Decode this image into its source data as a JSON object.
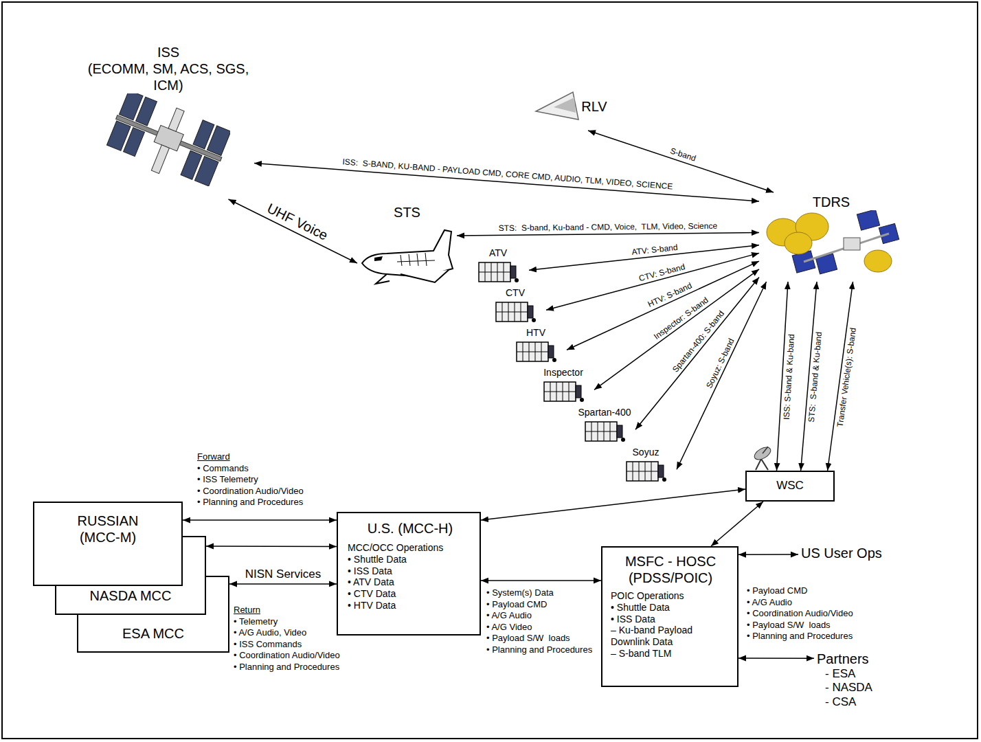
{
  "diagram": {
    "nodes": [
      {
        "text": [
          "ISS",
          "(ECOMM, SM, ACS, SGS, ICM)"
        ]
      },
      {
        "text": [
          "RLV"
        ]
      },
      {
        "text": [
          "STS"
        ]
      },
      {
        "text": [
          "TDRS"
        ]
      },
      {
        "text": [
          "ATV"
        ]
      },
      {
        "text": [
          "CTV"
        ]
      },
      {
        "text": [
          "HTV"
        ]
      },
      {
        "text": [
          "Inspector"
        ]
      },
      {
        "text": [
          "Spartan-400"
        ]
      },
      {
        "text": [
          "Soyuz"
        ]
      },
      {
        "text": [
          "RUSSIAN (MCC-M)"
        ]
      },
      {
        "text": [
          "NASDA MCC"
        ]
      },
      {
        "text": [
          "ESA MCC"
        ]
      },
      {
        "text": [
          "U.S. (MCC-H)",
          "MCC/OCC Operations",
          "• Shuttle Data",
          "• ISS Data",
          "• ATV Data",
          "• CTV Data",
          "• HTV Data"
        ]
      },
      {
        "text": [
          "WSC"
        ]
      },
      {
        "text": [
          "MSFC - HOSC (PDSS/POIC)",
          "POIC Operations",
          "• Shuttle Data",
          "• ISS Data",
          "– Ku-band Payload Downlink Data",
          "– S-band TLM"
        ]
      },
      {
        "text": [
          "US User Ops"
        ]
      },
      {
        "text": [
          "Partners",
          "- ESA",
          "- NASDA",
          "- CSA"
        ]
      }
    ],
    "edges": [
      {
        "from": 0,
        "to": 3,
        "arrow": "both",
        "label": "ISS:  S-BAND, KU-BAND - PAYLOAD CMD, CORE CMD, AUDIO, TLM, VIDEO, SCIENCE"
      },
      {
        "from": 0,
        "to": 2,
        "arrow": "both",
        "label": "UHF Voice"
      },
      {
        "from": 1,
        "to": 3,
        "arrow": "both",
        "label": "S-band"
      },
      {
        "from": 2,
        "to": 3,
        "arrow": "both",
        "label": "STS:  S-band, Ku-band - CMD, Voice,  TLM, Video, Science"
      },
      {
        "from": 4,
        "to": 3,
        "arrow": "both",
        "label": "ATV: S-band"
      },
      {
        "from": 5,
        "to": 3,
        "arrow": "both",
        "label": "CTV: S-band"
      },
      {
        "from": 6,
        "to": 3,
        "arrow": "both",
        "label": "HTV: S-band"
      },
      {
        "from": 7,
        "to": 3,
        "arrow": "both",
        "label": "Inspector: S-band"
      },
      {
        "from": 8,
        "to": 3,
        "arrow": "both",
        "label": "Spartan-400: S-band"
      },
      {
        "from": 9,
        "to": 3,
        "arrow": "both",
        "label": "Soyuz: S-band"
      },
      {
        "from": 3,
        "to": 14,
        "arrow": "both",
        "label": "ISS: S-band & Ku-band"
      },
      {
        "from": 3,
        "to": 14,
        "arrow": "both",
        "label": "STS:  S-band & Ku-band"
      },
      {
        "from": 3,
        "to": 14,
        "arrow": "both",
        "label": "Transfer Vehicle(s): S-band"
      },
      {
        "from": 10,
        "to": 13,
        "arrow": "both"
      },
      {
        "from": 11,
        "to": 13,
        "arrow": "both"
      },
      {
        "from": 12,
        "to": 13,
        "arrow": "both",
        "label": "NISN Services"
      },
      {
        "from": 13,
        "to": 14,
        "arrow": "both"
      },
      {
        "from": 13,
        "to": 15,
        "arrow": "both"
      },
      {
        "from": 14,
        "to": 15,
        "arrow": "both"
      },
      {
        "from": 15,
        "to": 16,
        "arrow": "both"
      },
      {
        "from": 15,
        "to": 17,
        "arrow": "both"
      }
    ],
    "labels": [
      "Forward",
      "• Commands",
      "• ISS Telemetry",
      "• Coordination Audio/Video",
      "• Planning and Procedures",
      "Return",
      "• Telemetry",
      "• A/G Audio, Video",
      "• ISS Commands",
      "• Coordination Audio/Video",
      "• Planning and Procedures",
      "• System(s) Data",
      "• Payload CMD",
      "• A/G Audio",
      "• A/G Video",
      "• Payload S/W  loads",
      "• Planning and Procedures",
      "• Payload CMD",
      "• A/G Audio",
      "• Coordination Audio/Video",
      "• Payload S/W  loads",
      "• Planning and Procedures"
    ]
  }
}
